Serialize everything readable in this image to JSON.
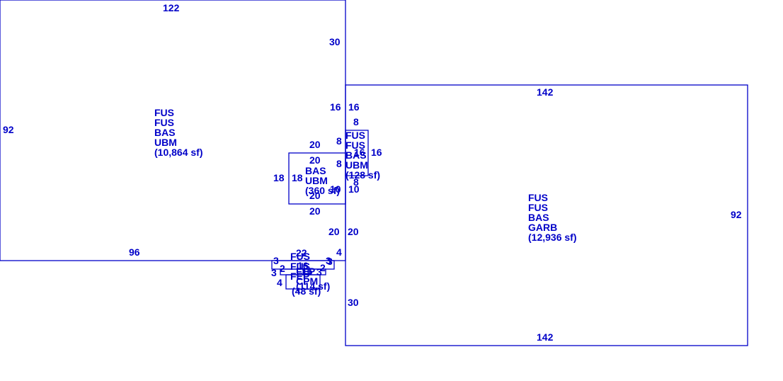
{
  "colors": {
    "line": "#0000c8",
    "background": "#ffffff"
  },
  "areas": [
    {
      "id": "main-left",
      "lines": [
        "FUS",
        "FUS",
        "BAS",
        "UBM",
        "(10,864 sf)"
      ]
    },
    {
      "id": "main-right",
      "lines": [
        "FUS",
        "FUS",
        "BAS",
        "GARB",
        "(12,936 sf)"
      ]
    },
    {
      "id": "center-bas",
      "lines": [
        "BAS",
        "UBM",
        "(360 sf)"
      ]
    },
    {
      "id": "small-upper",
      "lines": [
        "FUS",
        "FUS",
        "BAS",
        "UBM",
        "(128 sf)"
      ]
    },
    {
      "id": "small-lower-a",
      "lines": [
        "FUS",
        "FUS",
        "FEP",
        "(114 sf)"
      ]
    },
    {
      "id": "small-lower-b",
      "lines": [
        "FEP",
        "CPM",
        "(48 sf)"
      ]
    }
  ],
  "dimensions": [
    "122",
    "30",
    "92",
    "16",
    "96",
    "16",
    "142",
    "8",
    "8",
    "8",
    "16",
    "16",
    "20",
    "20",
    "18",
    "18",
    "20",
    "20",
    "10",
    "10",
    "8",
    "20",
    "20",
    "92",
    "22",
    "4",
    "3",
    "3",
    "2",
    "3",
    "3",
    "2",
    "4",
    "3",
    "16",
    "16",
    "30",
    "142"
  ]
}
